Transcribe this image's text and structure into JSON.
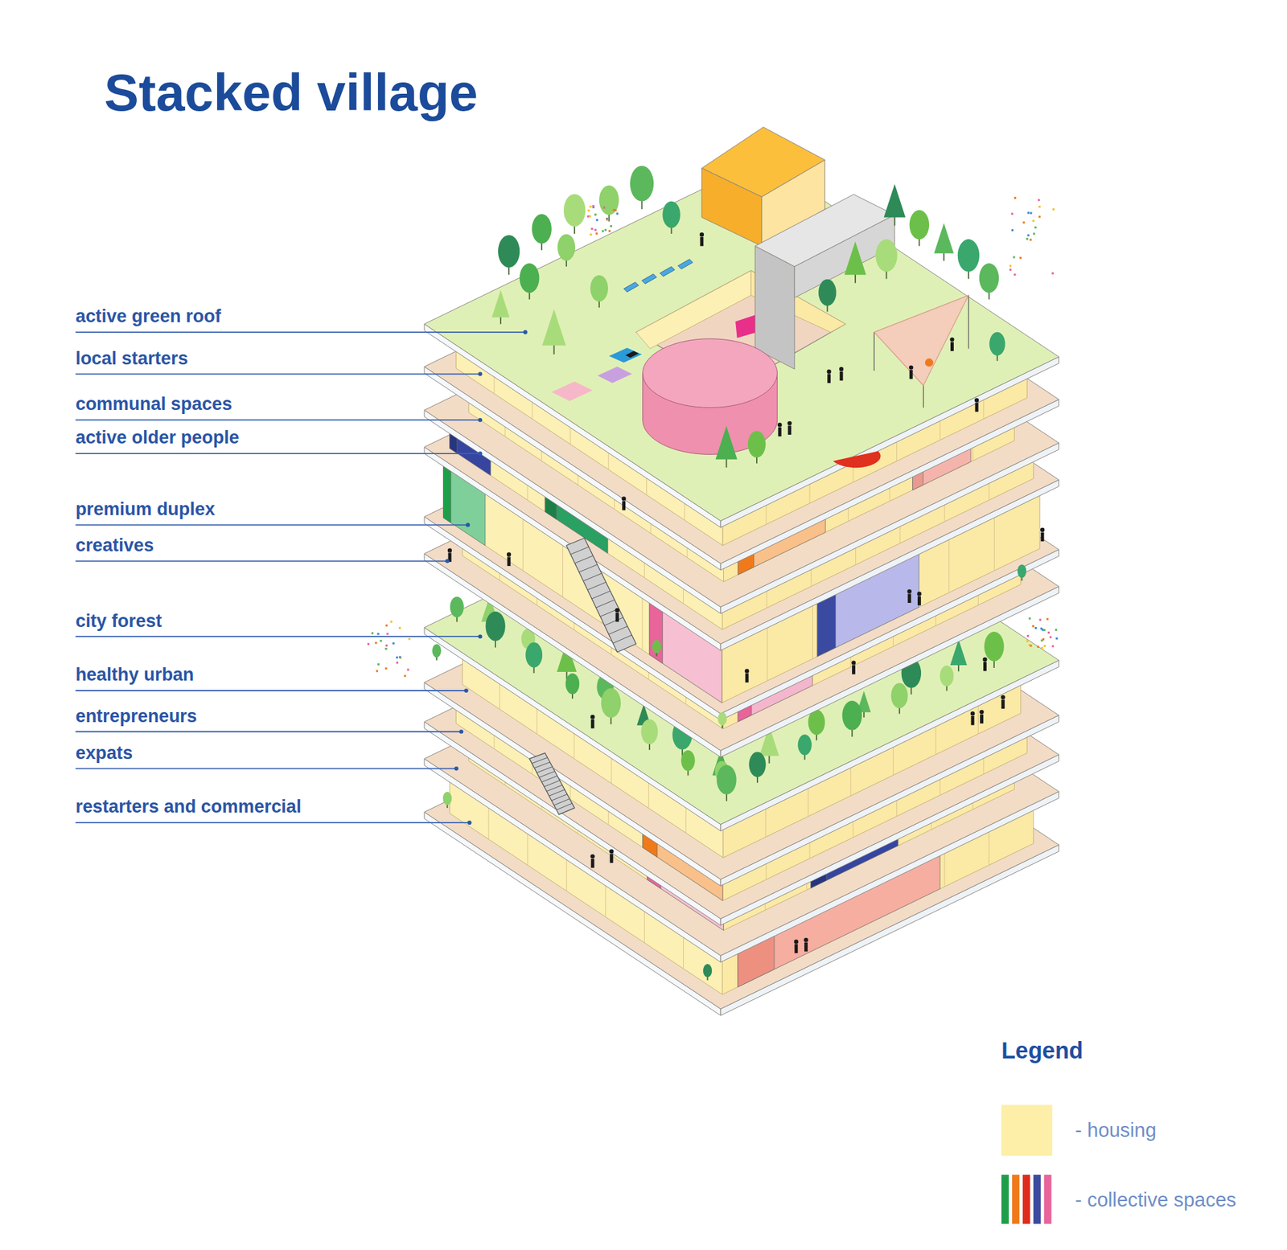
{
  "diagram": {
    "title": "Stacked village",
    "labels": [
      "active green roof",
      "local starters",
      "communal spaces",
      "active older people",
      "premium duplex",
      "creatives",
      "city forest",
      "healthy urban",
      "entrepreneurs",
      "expats",
      "restarters and commercial",
      "Legend"
    ],
    "legend": [
      {
        "text": "- housing",
        "color": "#fdeea8"
      },
      {
        "text": "- collective spaces"
      }
    ]
  }
}
